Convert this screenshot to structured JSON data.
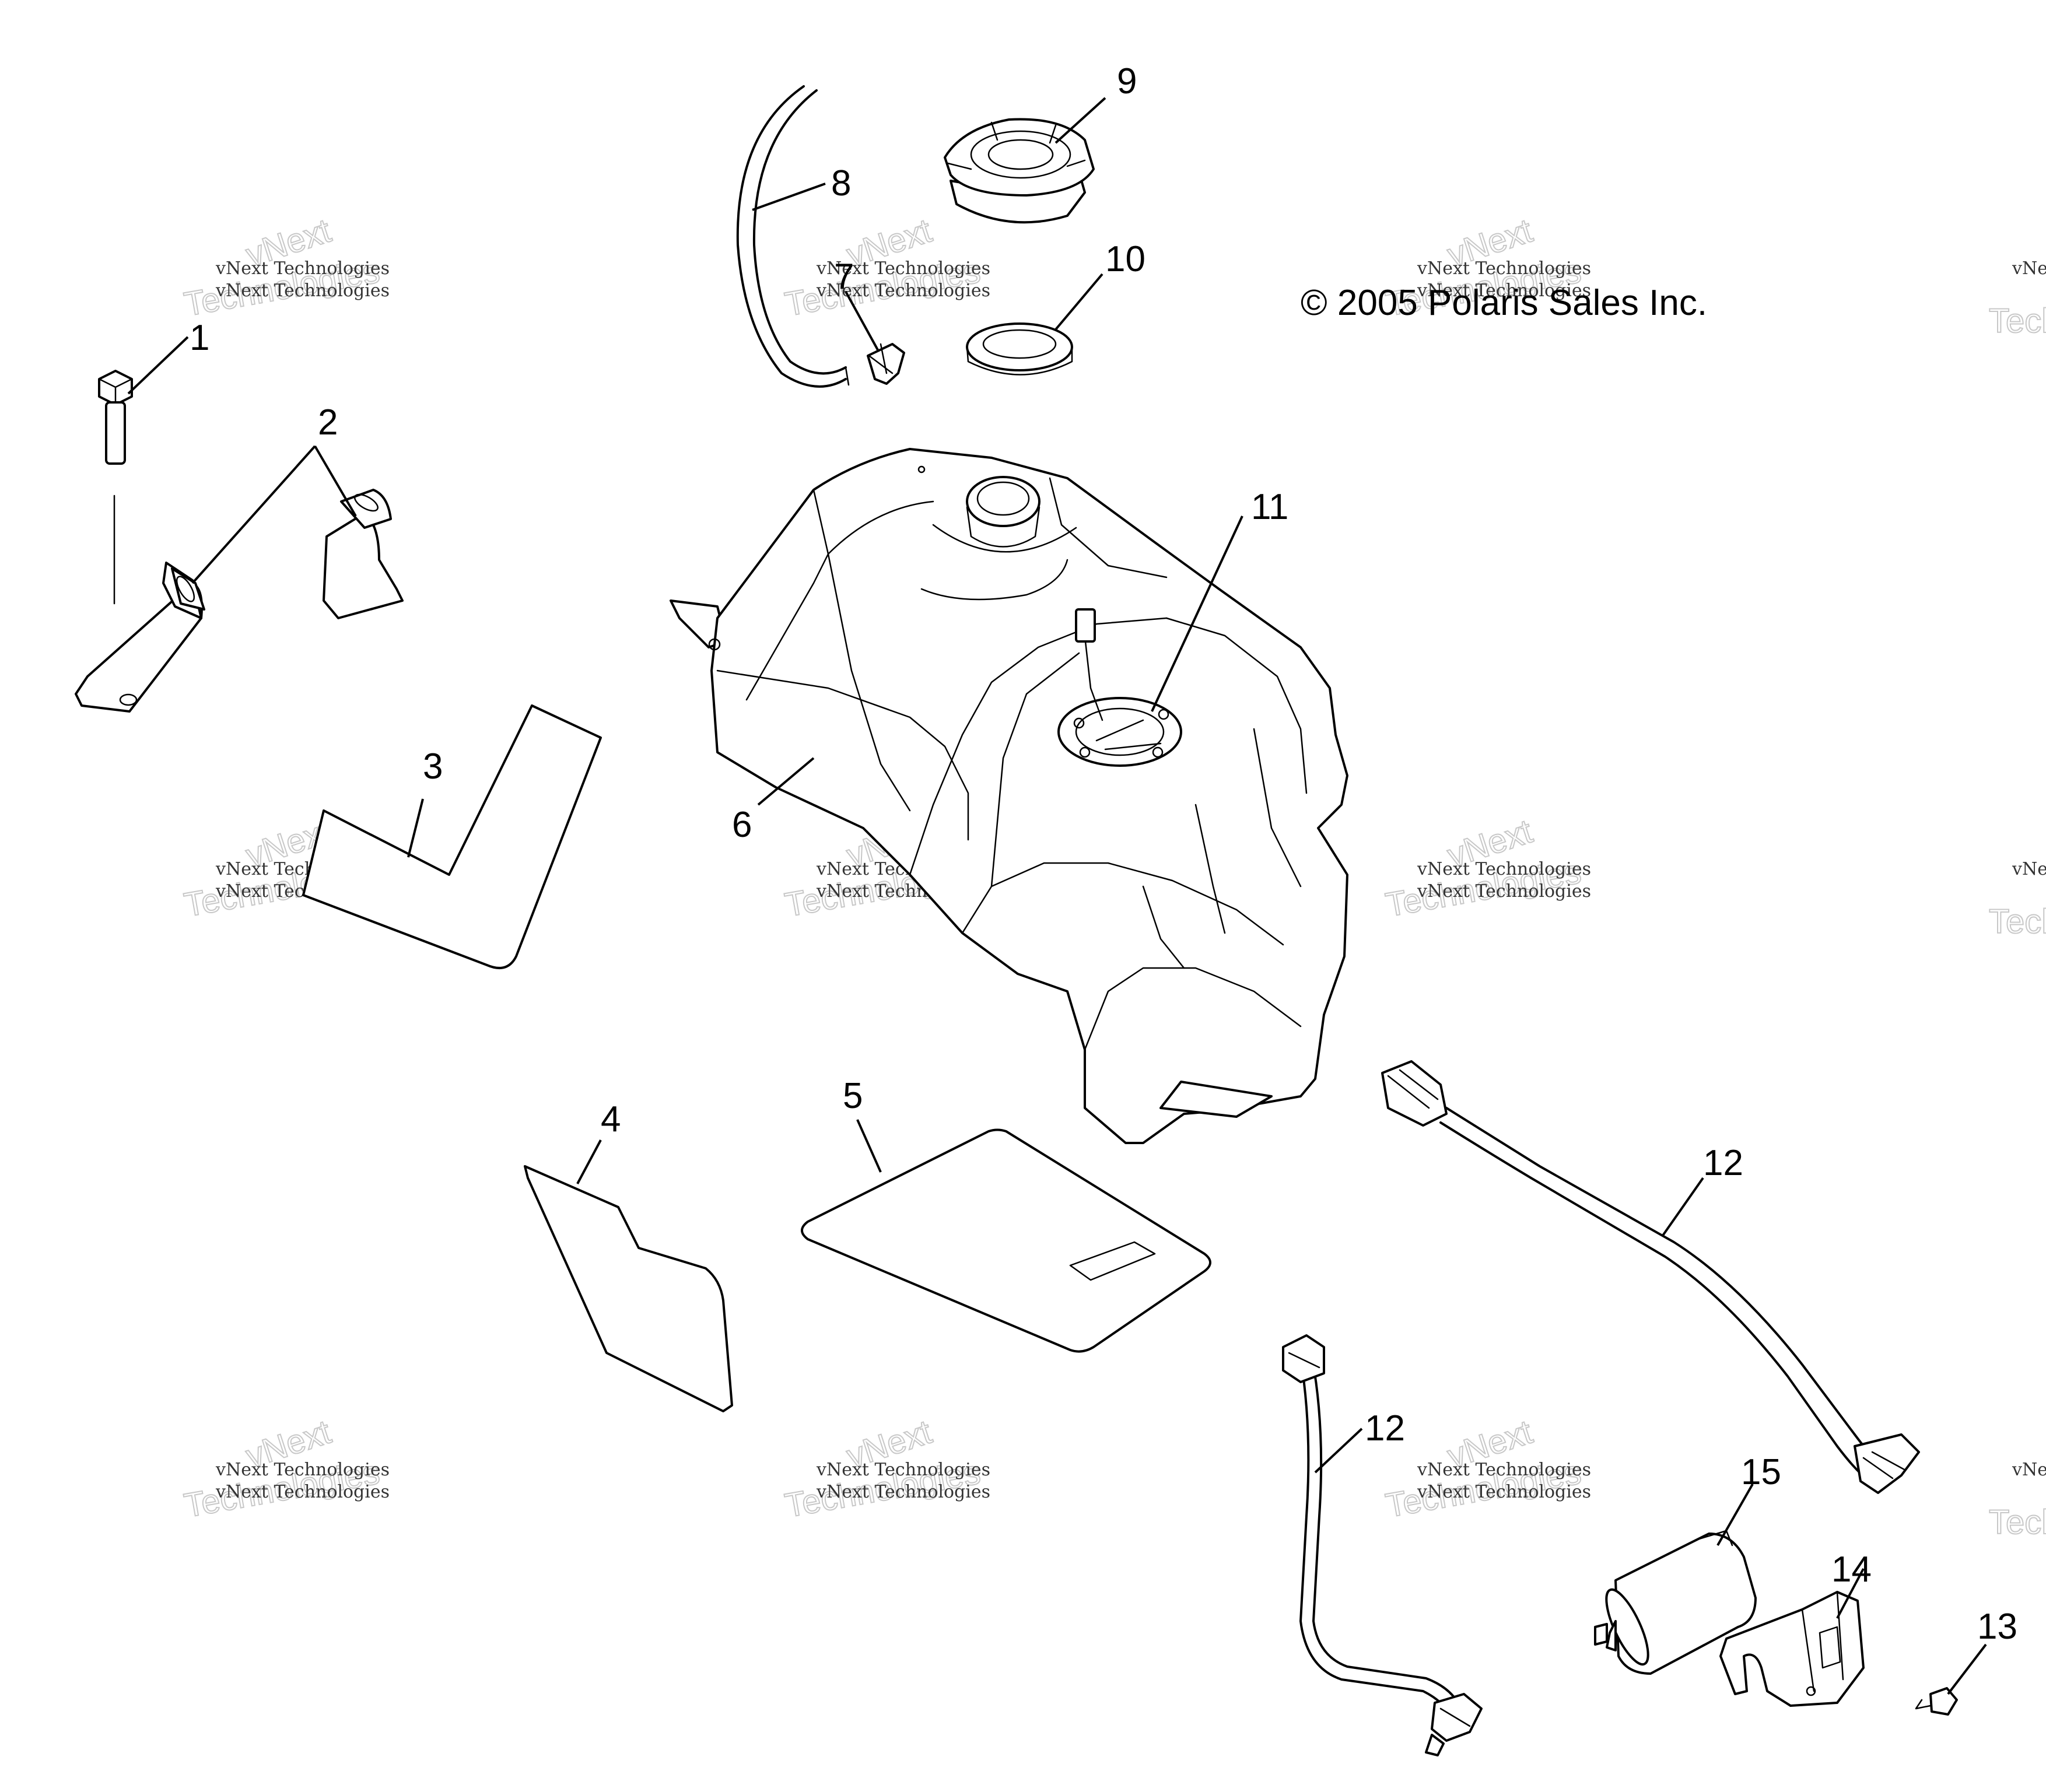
{
  "copyright": "© 2005 Polaris Sales Inc.",
  "watermark": {
    "line1": "vNext Technologies",
    "line2": "vNext",
    "line3": "Technologies"
  },
  "callouts": [
    "1",
    "2",
    "3",
    "4",
    "5",
    "6",
    "7",
    "8",
    "9",
    "10",
    "11",
    "12",
    "12",
    "13",
    "14",
    "15"
  ]
}
